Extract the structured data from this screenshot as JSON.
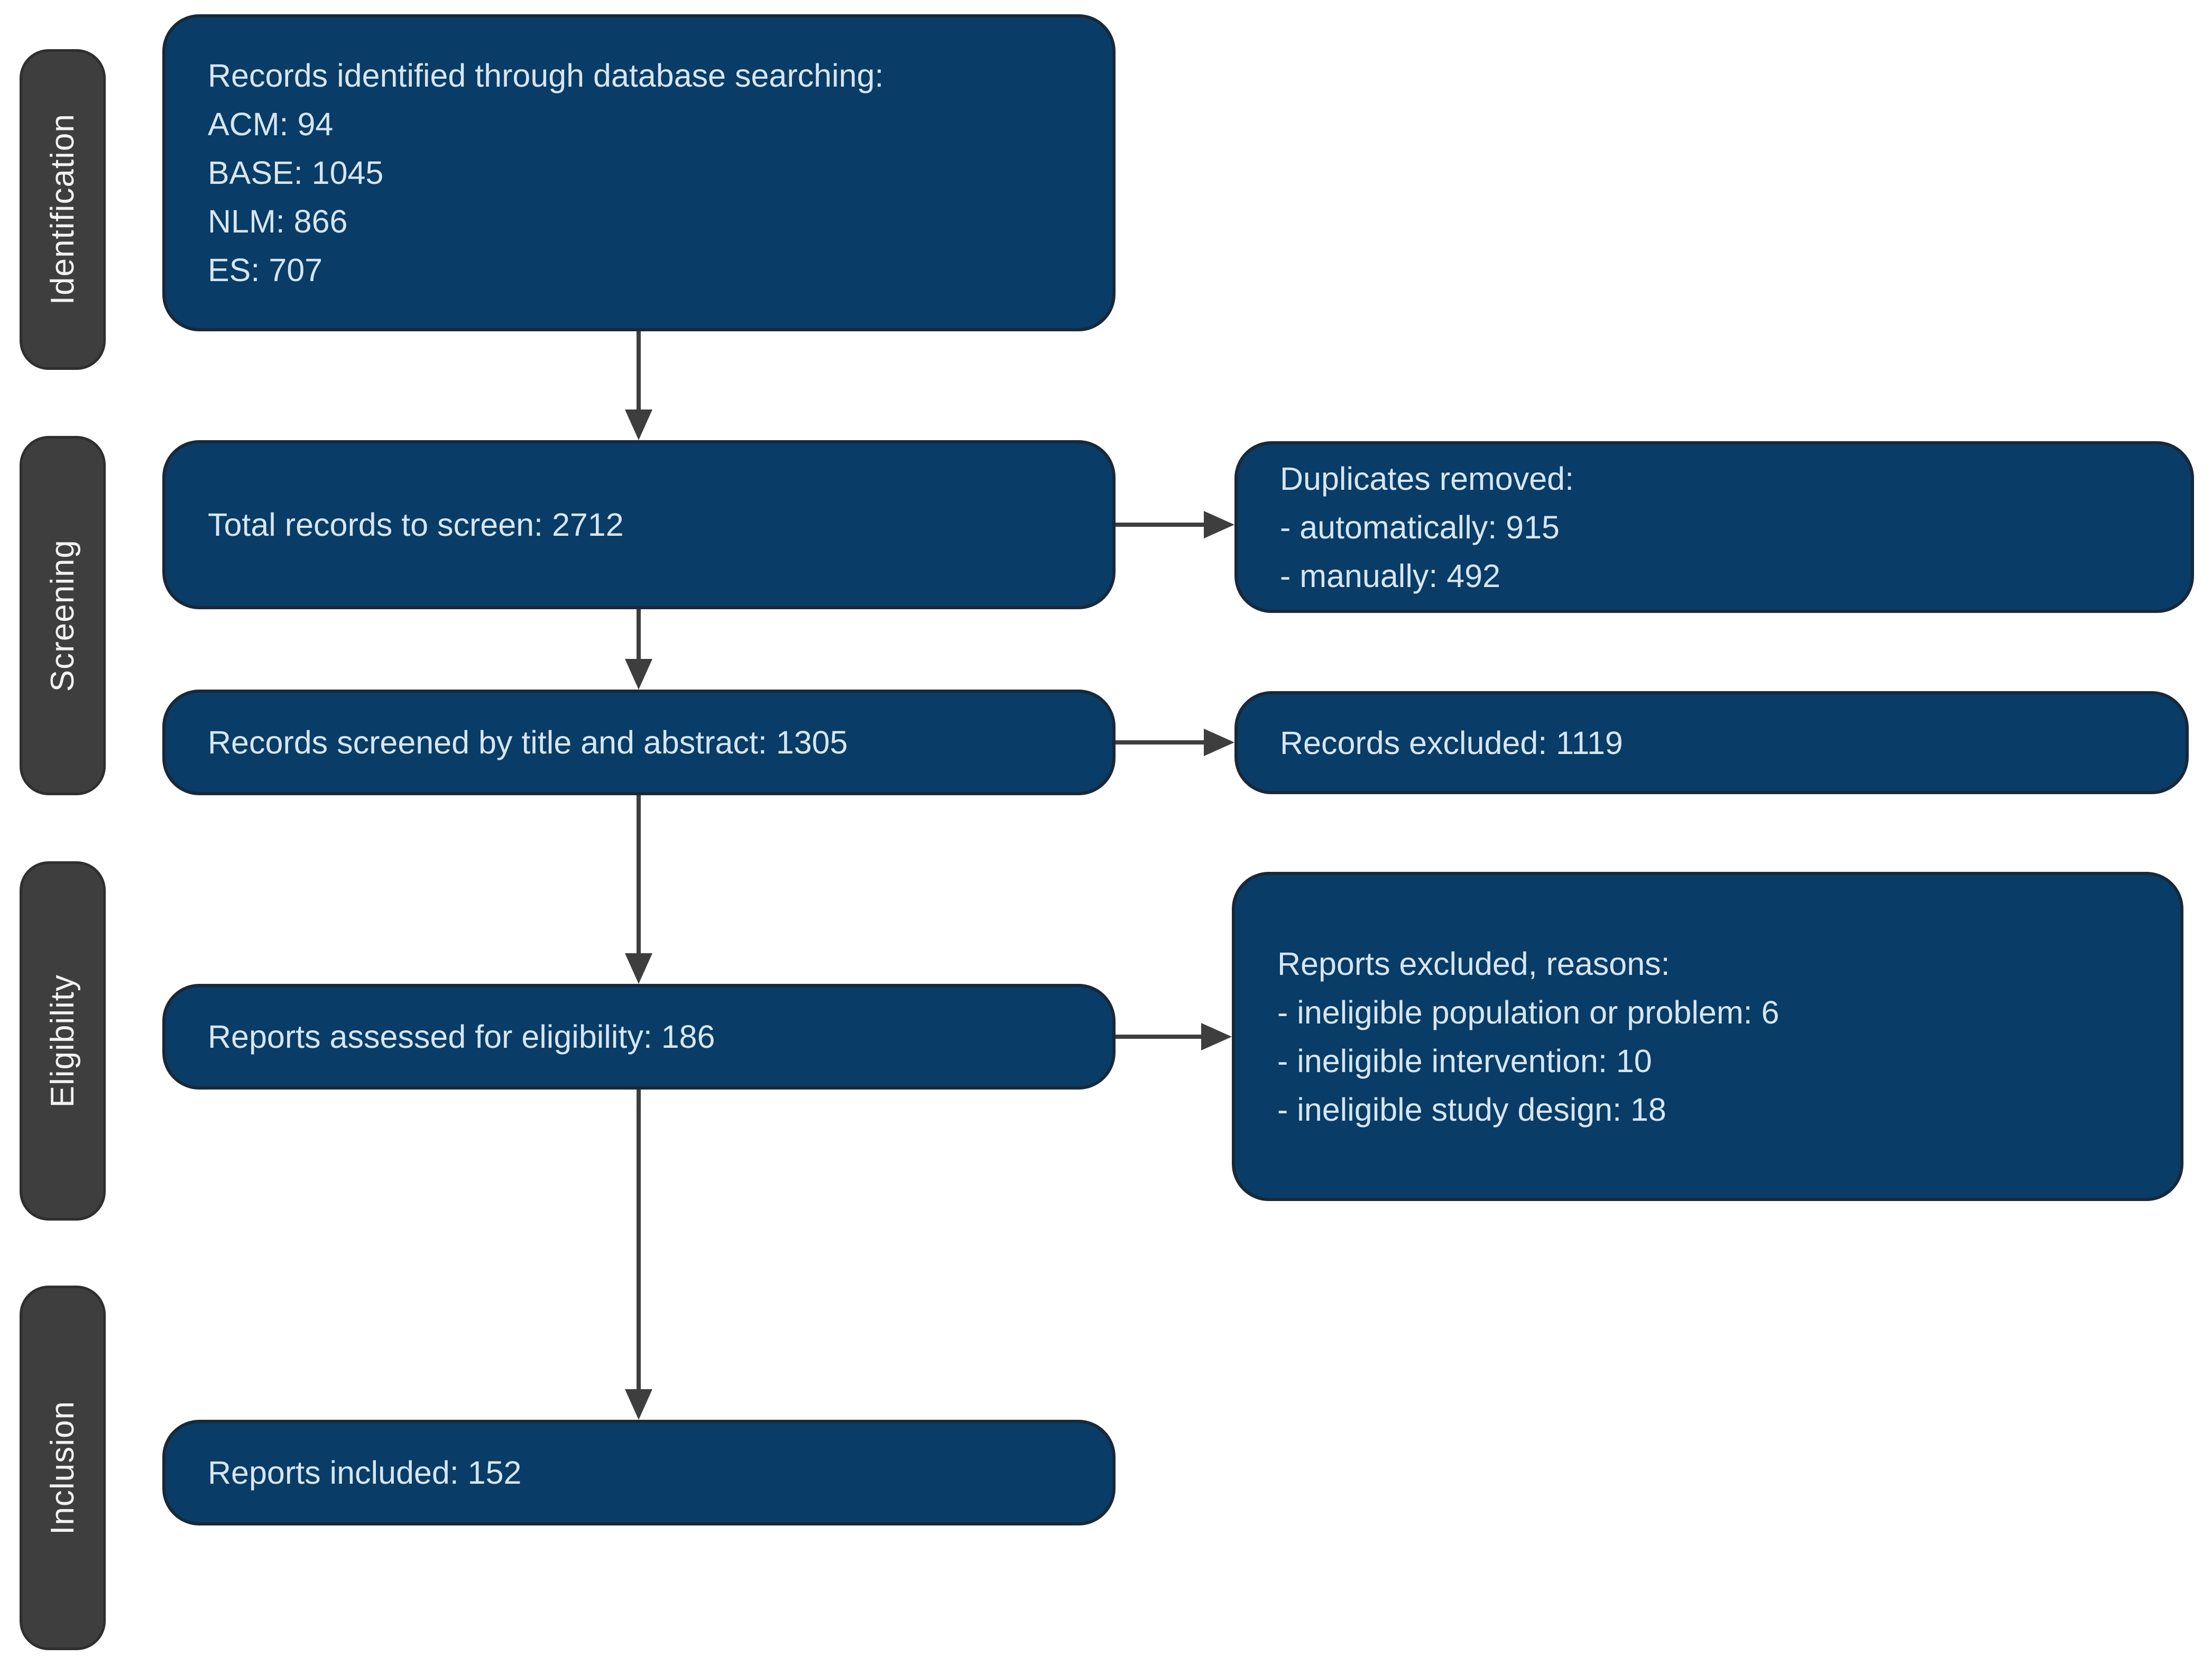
{
  "stages": {
    "identification": "Identification",
    "screening": "Screening",
    "eligibility": "Eligibility",
    "inclusion": "Inclusion"
  },
  "boxes": {
    "identified": {
      "lines": [
        "Records identified through database searching:",
        "ACM: 94",
        "BASE: 1045",
        "NLM: 866",
        "ES: 707"
      ]
    },
    "to_screen": {
      "text": "Total records to screen: 2712"
    },
    "duplicates": {
      "lines": [
        "Duplicates removed:",
        "- automatically: 915",
        "- manually: 492"
      ]
    },
    "screened": {
      "text": "Records screened by title and abstract: 1305"
    },
    "records_excluded": {
      "text": "Records excluded: 1119"
    },
    "assessed": {
      "text": "Reports assessed for eligibility: 186"
    },
    "reports_excluded": {
      "lines": [
        "Reports excluded, reasons:",
        "- ineligible population or problem: 6",
        "- ineligible intervention: 10",
        "- ineligible study design: 18"
      ]
    },
    "included": {
      "text": "Reports included: 152"
    }
  },
  "counts": {
    "acm": 94,
    "base": 1045,
    "nlm": 866,
    "es": 707,
    "total_to_screen": 2712,
    "duplicates_automatic": 915,
    "duplicates_manual": 492,
    "screened_title_abstract": 1305,
    "records_excluded": 1119,
    "assessed_for_eligibility": 186,
    "excluded_ineligible_population": 6,
    "excluded_ineligible_intervention": 10,
    "excluded_ineligible_study_design": 18,
    "reports_included": 152
  },
  "colors": {
    "background": "#ffffff",
    "box_fill": "#093c66",
    "box_border": "#18293a",
    "box_text": "#d6e6f3",
    "stage_fill": "#3e3e3e",
    "stage_border": "#2f2f2f",
    "stage_text": "#f2f2f2",
    "arrow": "#3e3e3e"
  }
}
